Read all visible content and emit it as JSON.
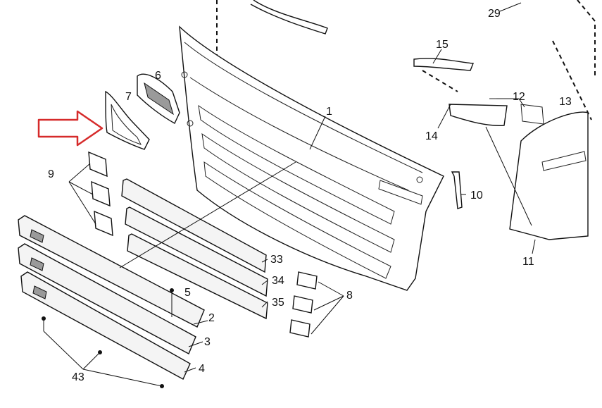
{
  "diagram": {
    "callouts": {
      "c1": "1",
      "c2": "2",
      "c3": "3",
      "c4": "4",
      "c5": "5",
      "c6": "6",
      "c7": "7",
      "c8": "8",
      "c9": "9",
      "c10": "10",
      "c11": "11",
      "c12": "12",
      "c13": "13",
      "c14": "14",
      "c15": "15",
      "c29": "29",
      "c33": "33",
      "c34": "34",
      "c35": "35",
      "c43": "43"
    },
    "highlight_arrow_color": "#d62b2b",
    "line_color": "#111111"
  }
}
